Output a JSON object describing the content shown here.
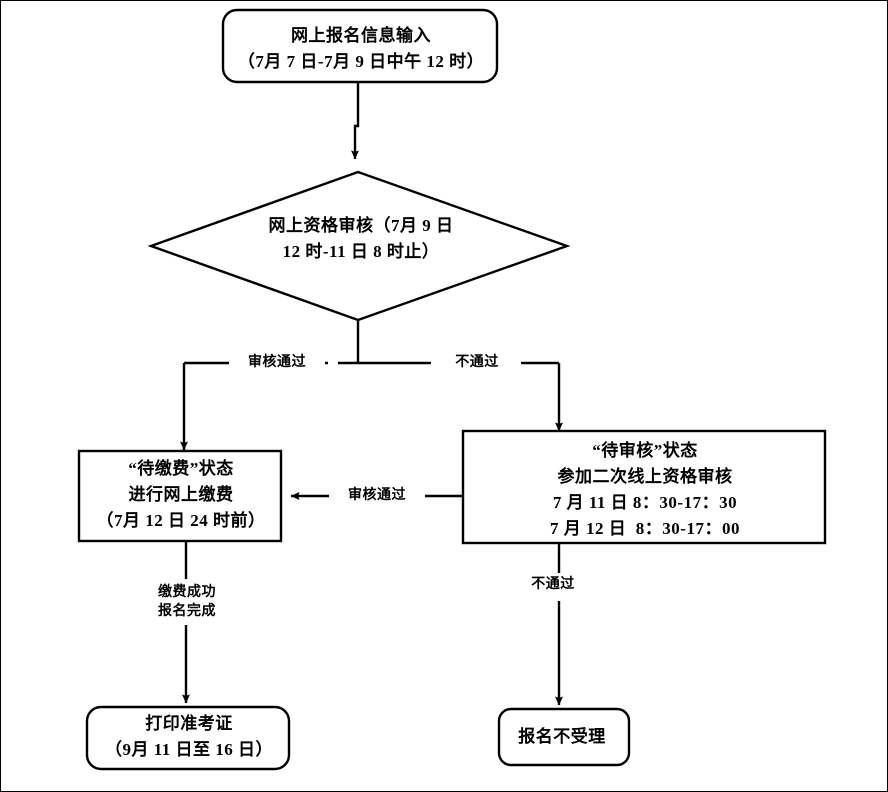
{
  "diagram": {
    "title": "网上报名流程图",
    "type": "flowchart",
    "colors": {
      "stroke": "#000000",
      "background": "#ffffff",
      "text": "#000000"
    },
    "nodes": [
      {
        "id": "start",
        "shape": "rounded-rect",
        "text": "网上报名信息输入\n（7月 7 日-7月 9 日中午 12 时）"
      },
      {
        "id": "review",
        "shape": "diamond",
        "text": "网上资格审核（7月 9 日\n12 时-11 日 8 时止）"
      },
      {
        "id": "pay",
        "shape": "rect",
        "text": "“待缴费”状态\n进行网上缴费\n（7月 12 日 24 时前）"
      },
      {
        "id": "pending",
        "shape": "rect",
        "text": "“待审核”状态\n参加二次线上资格审核\n7 月 11 日 8：30-17：30\n7 月 12 日  8：30-17：00"
      },
      {
        "id": "ticket",
        "shape": "rounded-rect",
        "text": "打印准考证\n（9月 11 日至 16 日）"
      },
      {
        "id": "rejected",
        "shape": "rounded-rect",
        "text": "报名不受理"
      }
    ],
    "edges": [
      {
        "id": "start-to-review",
        "from": "start",
        "to": "review",
        "label": ""
      },
      {
        "id": "review-to-pay",
        "from": "review",
        "to": "pay",
        "label": "审核通过"
      },
      {
        "id": "review-to-pending",
        "from": "review",
        "to": "pending",
        "label": "不通过"
      },
      {
        "id": "pending-to-pay",
        "from": "pending",
        "to": "pay",
        "label": "审核通过"
      },
      {
        "id": "pay-to-ticket",
        "from": "pay",
        "to": "ticket",
        "label": "缴费成功\n报名完成"
      },
      {
        "id": "pending-to-rejected",
        "from": "pending",
        "to": "rejected",
        "label": "不通过"
      }
    ]
  }
}
